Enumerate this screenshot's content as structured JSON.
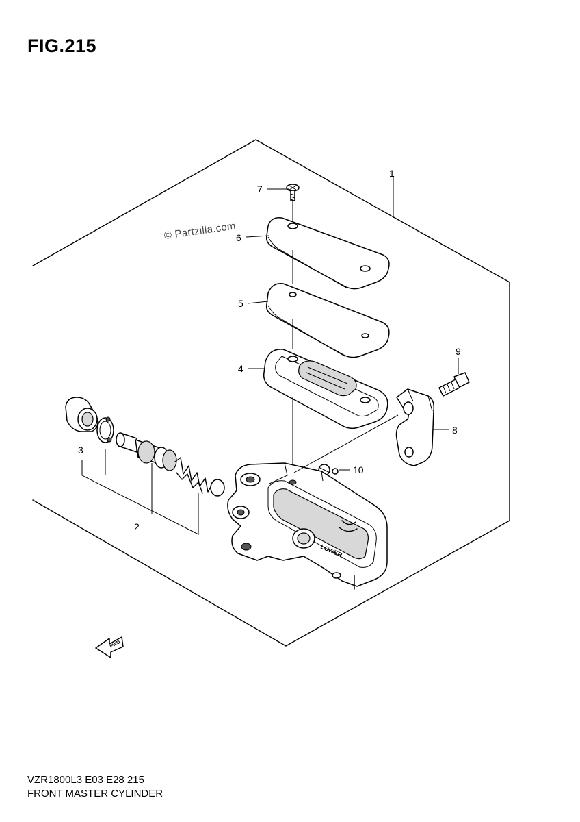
{
  "figure": {
    "title": "FIG.215",
    "watermark": "© Partzilla.com"
  },
  "callouts": {
    "c1": "1",
    "c2": "2",
    "c3": "3",
    "c4": "4",
    "c5": "5",
    "c6": "6",
    "c7": "7",
    "c8": "8",
    "c9": "9",
    "c10": "10"
  },
  "labels": {
    "lower_mark": "LOWER",
    "fwd_arrow": "FWD"
  },
  "footer": {
    "model_code": "VZR1800L3  E03  E28  215",
    "caption": "FRONT MASTER CYLINDER"
  }
}
